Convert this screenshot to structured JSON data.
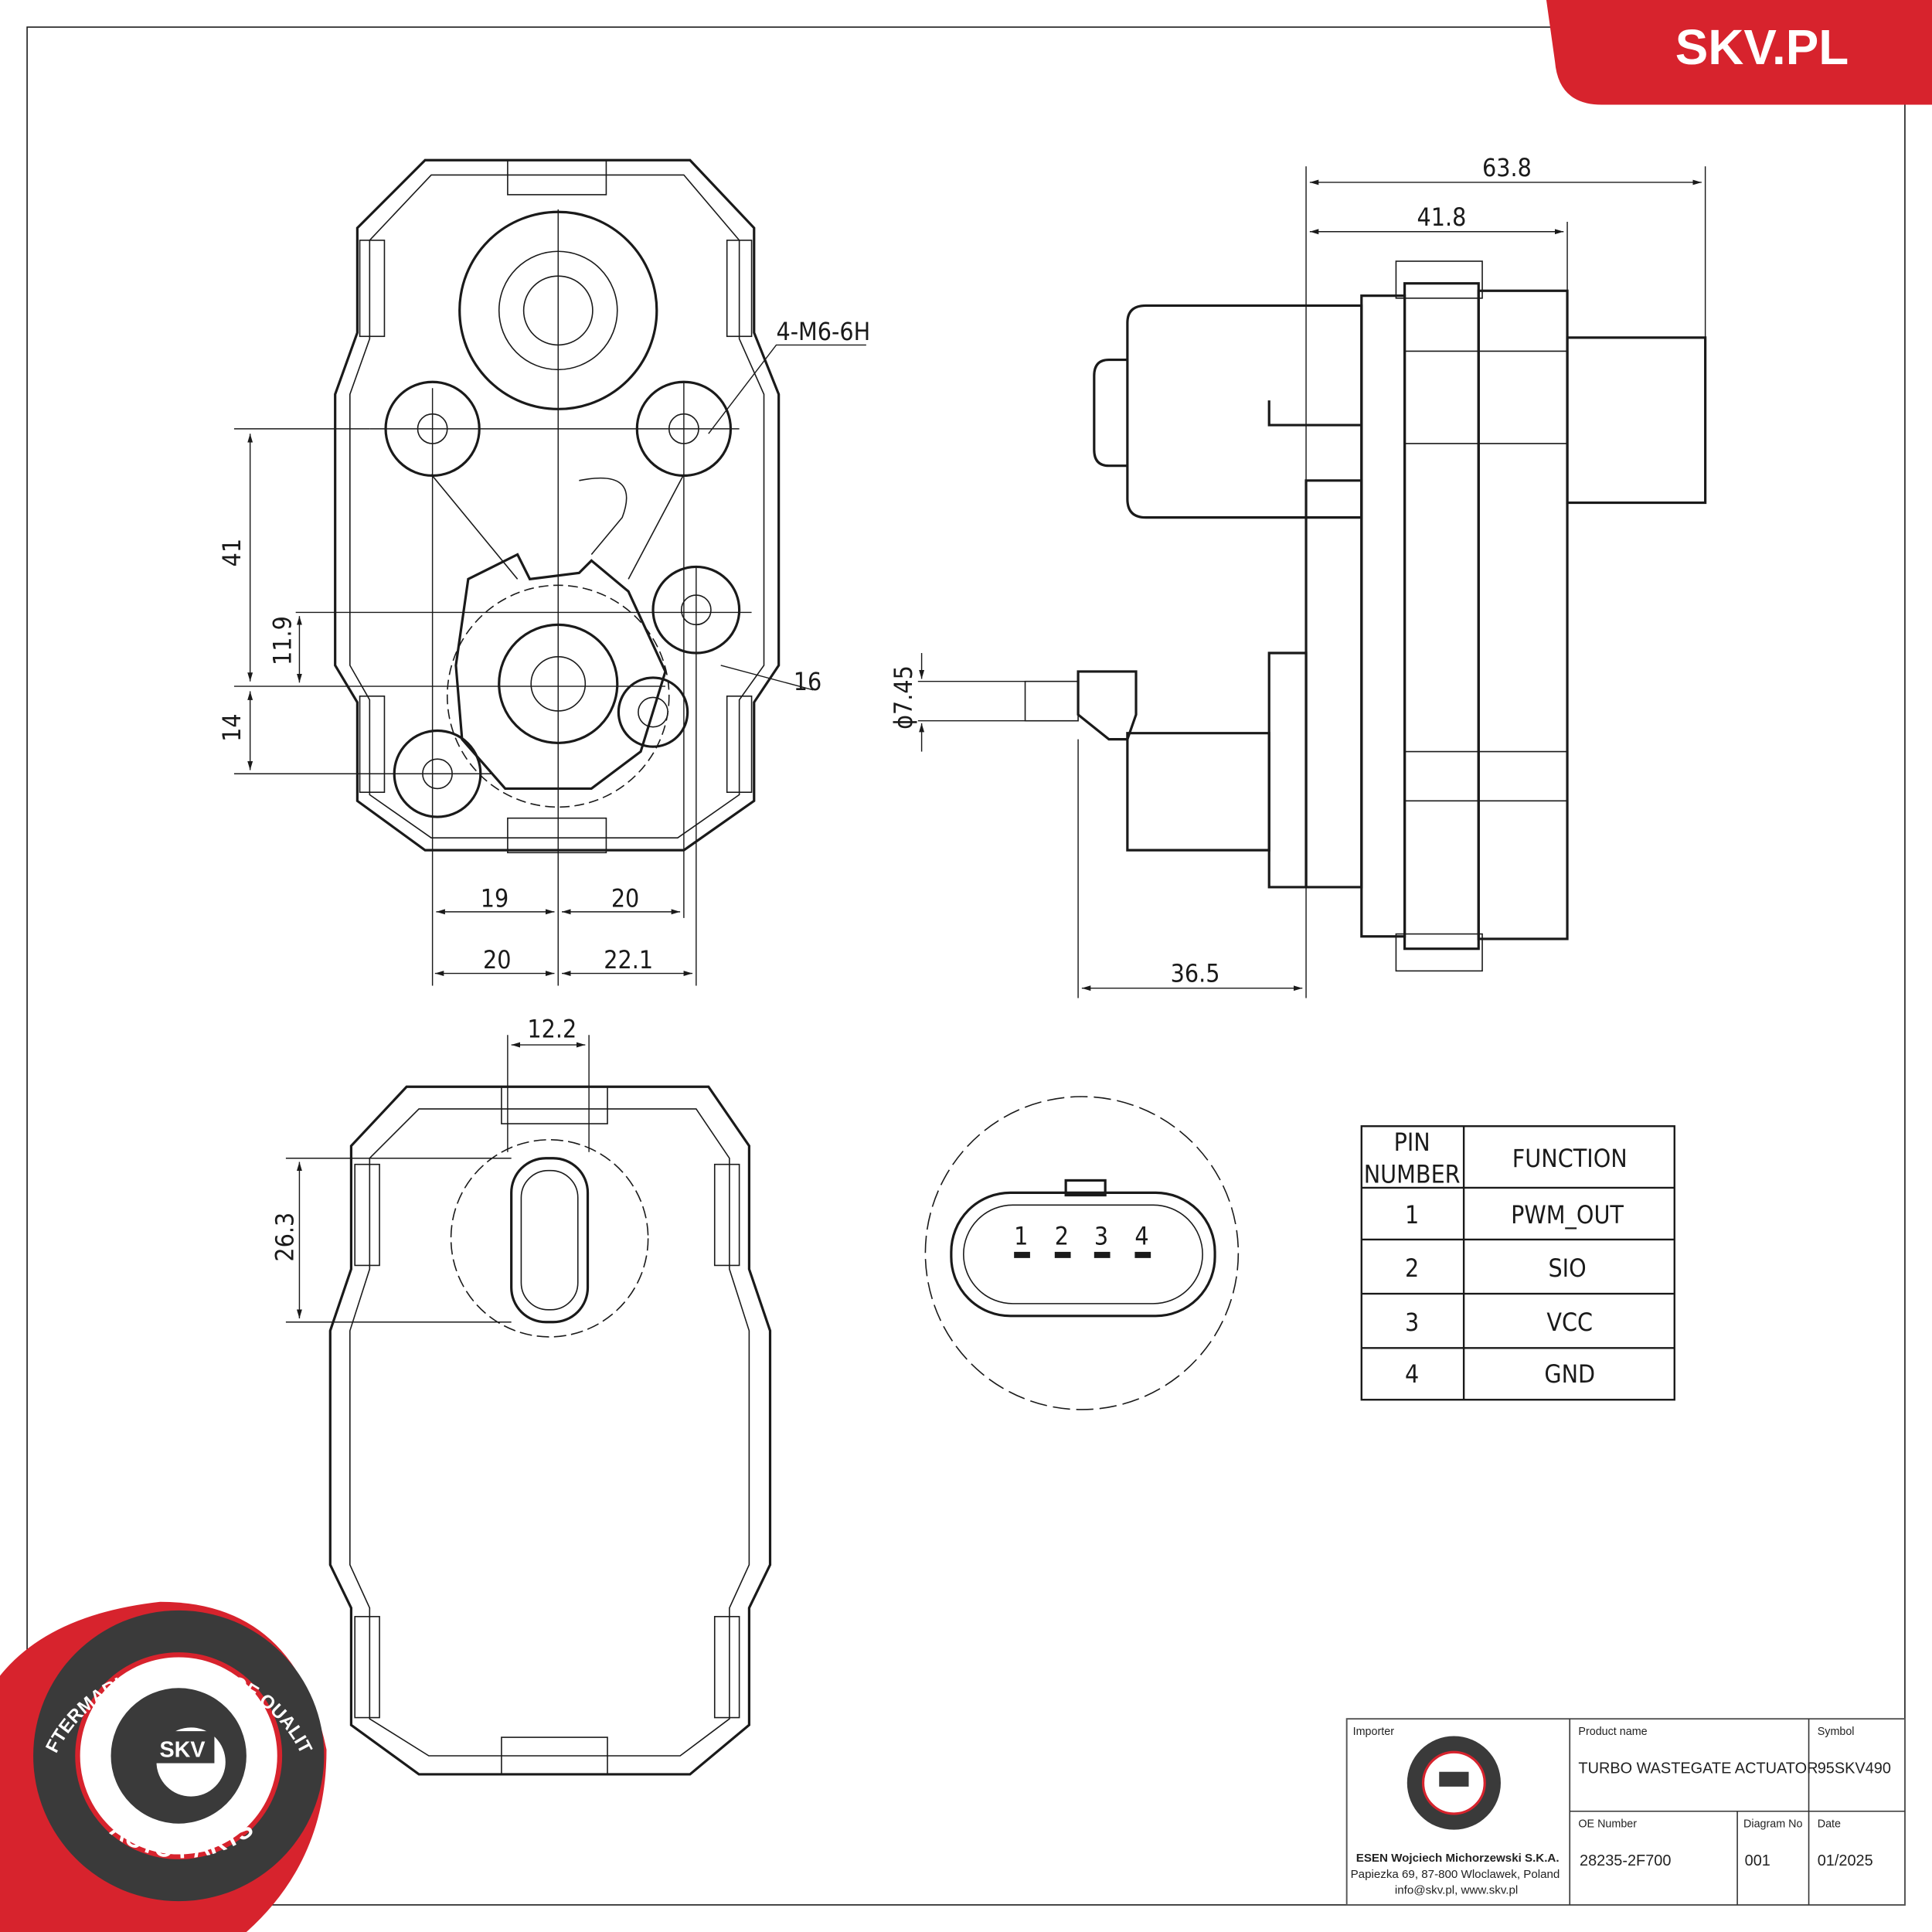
{
  "brand": {
    "site": "SKV.PL",
    "accent": "#d7232d"
  },
  "dimensions": {
    "front": {
      "thread": "4-M6-6H",
      "v41": "41",
      "v11_9": "11.9",
      "v14": "14",
      "r16": "16",
      "h19": "19",
      "h20a": "20",
      "h20b": "20",
      "h22_1": "22.1"
    },
    "side": {
      "w63_8": "63.8",
      "w41_8": "41.8",
      "dia7_45": "ϕ7.45",
      "w36_5": "36.5"
    },
    "bottom": {
      "w12_2": "12.2",
      "h26_3": "26.3"
    }
  },
  "connector": {
    "pins": [
      "1",
      "2",
      "3",
      "4"
    ]
  },
  "pin_table": {
    "header_pin": [
      "PIN",
      "NUMBER"
    ],
    "header_function": "FUNCTION",
    "rows": [
      {
        "pin": "1",
        "function": "PWM_OUT"
      },
      {
        "pin": "2",
        "function": "SIO"
      },
      {
        "pin": "3",
        "function": "VCC"
      },
      {
        "pin": "4",
        "function": "GND"
      }
    ]
  },
  "title_block": {
    "importer_label": "Importer",
    "importer_name": "ESEN Wojciech Michorzewski S.K.A.",
    "importer_address": "Papiezka 69, 87-800 Wloclawek, Poland",
    "importer_contact": "info@skv.pl, www.skv.pl",
    "product_name_label": "Product name",
    "product_name": "TURBO WASTEGATE ACTUATOR",
    "symbol_label": "Symbol",
    "symbol": "95SKV490",
    "oe_label": "OE Number",
    "oe_number": "28235-2F700",
    "diagram_label": "Diagram No",
    "diagram_no": "001",
    "date_label": "Date",
    "date": "01/2025"
  },
  "seal": {
    "top_text": "AFTERMARKET PRICE - OE QUALITY",
    "bottom_text": "AUTO PARTS",
    "center": "SKV"
  }
}
